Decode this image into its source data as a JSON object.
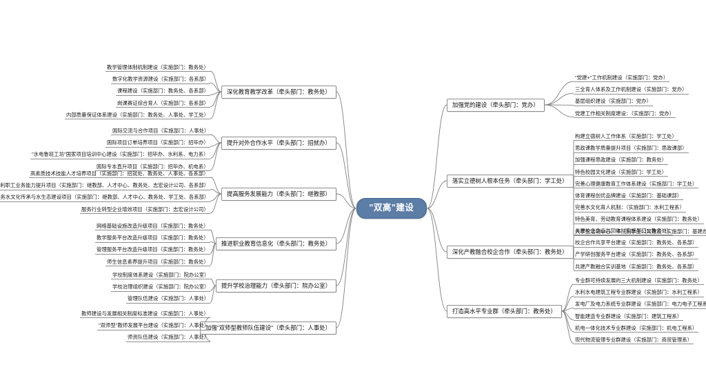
{
  "diagram": {
    "type": "mind-map",
    "title": "\"双高\"建设",
    "root": {
      "label": "\"双高\"建设",
      "color": "#5b7da6"
    },
    "branch_color": "#8d8d8d",
    "edge_color": "#7f7f7f",
    "side_left": "left",
    "side_right": "right",
    "branches": [
      {
        "id": "b1",
        "label": "深化教育教学改革（牵头部门：教务处）",
        "side": "left",
        "children": [
          "教学管理体制机制建设（实施部门：教务处）",
          "数字化教学资源建设（实施部门：各系部）",
          "课程建设（实施部门：教务处、各系部）",
          "岗课赛证综合育人（实施部门：各系部）",
          "内部质量保证体系建设（实施部门：教务处、人事处、学工处）"
        ]
      },
      {
        "id": "b2",
        "label": "提升对外合作水平（牵头部门：招就办）",
        "side": "left",
        "children": [
          "国际交流与合作项目（实施部门：人事处）",
          "国际项目订单培养项目（实施部门：招毕办）",
          "\"水电鲁班工坊\"国家项目培训中心建设（实施部门：招毕办、水利系、电力系）",
          "国际专本直升项目（实施部门：招毕办、机电系）"
        ]
      },
      {
        "id": "b3",
        "label": "提高服务发展能力（牵头部门：继教部）",
        "side": "left",
        "children": [
          "高素质技术技能人才培养项目（实施部门：招就处、教务处、人事处、各系部）",
          "服务水利职工业务能力提升项目（实施部门：继教部、人才中心、教务处、志宏设计公司、各系部）",
          "服务水文化传承与水生态建设项目（实施部门：继教部、人才中心、教务处、学工处、各系部）",
          "服务行业转型企业增效项目（实施部门：志宏设计公司）"
        ]
      },
      {
        "id": "b4",
        "label": "推进职业教育信息化（牵头部门：教务处）",
        "side": "left",
        "children": [
          "网络基础设施改造升级项目（实施部门：教务处）",
          "教学服务平台改造升级项目（实施部门：教务处）",
          "管理服务平台改造升级项目（实施部门：教务处）",
          "师生信息素养提升项目（实施部门：教务处）"
        ]
      },
      {
        "id": "b5",
        "label": "提升学校治理能力（牵头部门：院办公室）",
        "side": "left",
        "children": [
          "学校制度体系建设（实施部门：院办公室）",
          "学校治理组织建设（实施部门：院办公室）",
          "管理队伍建设（实施部门：人事处）"
        ]
      },
      {
        "id": "b6",
        "label": "加强\"双师型教师队伍建设\"（牵头部门：人事处）",
        "side": "left",
        "children": [
          "教师建设与发展相关制度标准建设（实施部门：人事处）",
          "\"双师型\"教师发展平台建设（实施部门：人事处）",
          "师资队伍建设（实施部门：人事处）"
        ]
      },
      {
        "id": "b7",
        "label": "加强党的建设（牵头部门：党办）",
        "side": "right",
        "children": [
          "\"党建+\"工作机制建设（实施部门：党办）",
          "三全育人体系及工作机制建设（实施部门：党办）",
          "基层组织建设（实施部门：党办）",
          "党建工作相关制度建设：（实施部门：党办）"
        ]
      },
      {
        "id": "b8",
        "label": "落实立德树人根本任务（牵头部门：学工处）",
        "side": "right",
        "children": [
          "构建立德树人工作体系（实施部门：学工处）",
          "思政课教学质量提升项目（实施部门：思政课部）",
          "加强课程思政建设（实施部门：教务处）",
          "特色校园文化建设（实施部门：学工处）",
          "完善心理健康教育工作体系建设（实施部门：学工处）",
          "体育课程创优品牌建设（实施部门：基础课部）",
          "完善水文化育人机制：（实施部门：水利工程系）",
          "特色美育、劳动教育课程体系建设（实施部门：教务处）",
          "大学生活动中心、书院制学生公寓建设（实施部门：基建办）"
        ]
      },
      {
        "id": "b9",
        "label": "深化产教融合校企合作（牵头部门：教务处）",
        "side": "right",
        "children": [
          "共建校企命运共同体（实施部门：教务处）",
          "校企合作共享平台建设（实施部门：教务处、各系部）",
          "产学研创服务平台建设（实施部门：教务处、各系部）",
          "共建产教融合实训基地（实施部门：教务处、各系部）"
        ]
      },
      {
        "id": "b10",
        "label": "打造高水平专业群（牵头部门：教务处）",
        "side": "right",
        "children": [
          "专业群可持续发展的三大机制建设（实施部门：教务处）",
          "水利水电建筑工程专业群建设（实施部门：水利工程系）",
          "发电厂及电力系统专业群建设（实施部门：电力电子工程系）",
          "智能建造专业群建设（实施部门：建筑工程系）",
          "机电一体化技术专业群建设（实施部门：机电工程系）",
          "现代物流管理专业群建设（实施部门：商贸管理系）"
        ]
      }
    ]
  }
}
